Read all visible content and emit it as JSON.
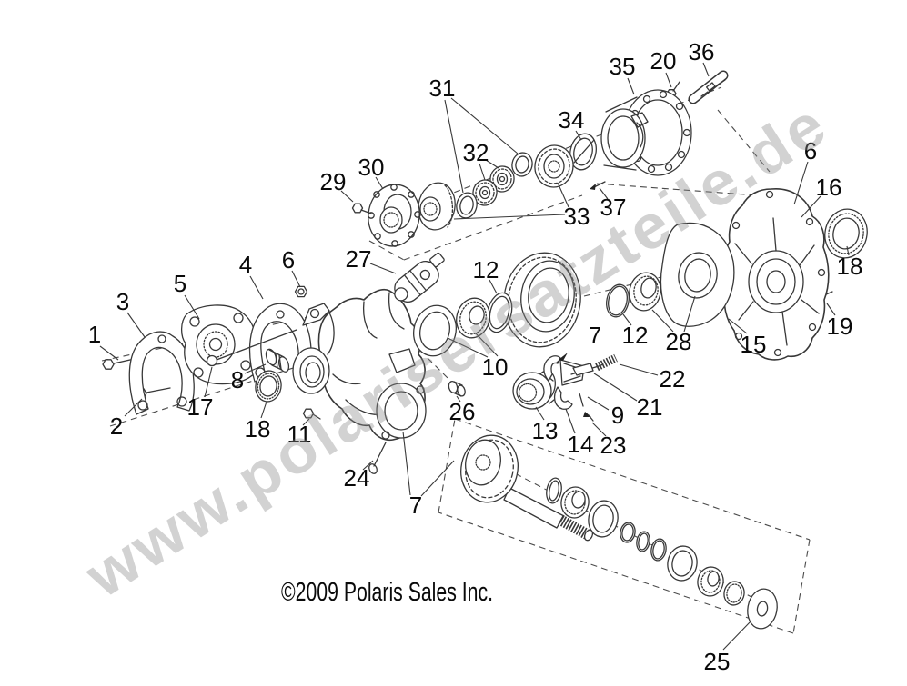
{
  "diagram": {
    "watermark": "www.polarisersatzteile.de",
    "copyright": "©2009 Polaris Sales Inc.",
    "colors": {
      "background": "#ffffff",
      "line_art": "#383838",
      "labels": "#0a0a0a",
      "watermark": "#8a8a8a"
    },
    "callouts": [
      "1",
      "2",
      "3",
      "4",
      "5",
      "6",
      "6",
      "7",
      "7",
      "8",
      "9",
      "10",
      "11",
      "12",
      "12",
      "13",
      "14",
      "15",
      "16",
      "17",
      "18",
      "18",
      "19",
      "20",
      "21",
      "22",
      "23",
      "24",
      "25",
      "26",
      "27",
      "28",
      "29",
      "30",
      "31",
      "32",
      "33",
      "34",
      "35",
      "36",
      "37"
    ]
  }
}
